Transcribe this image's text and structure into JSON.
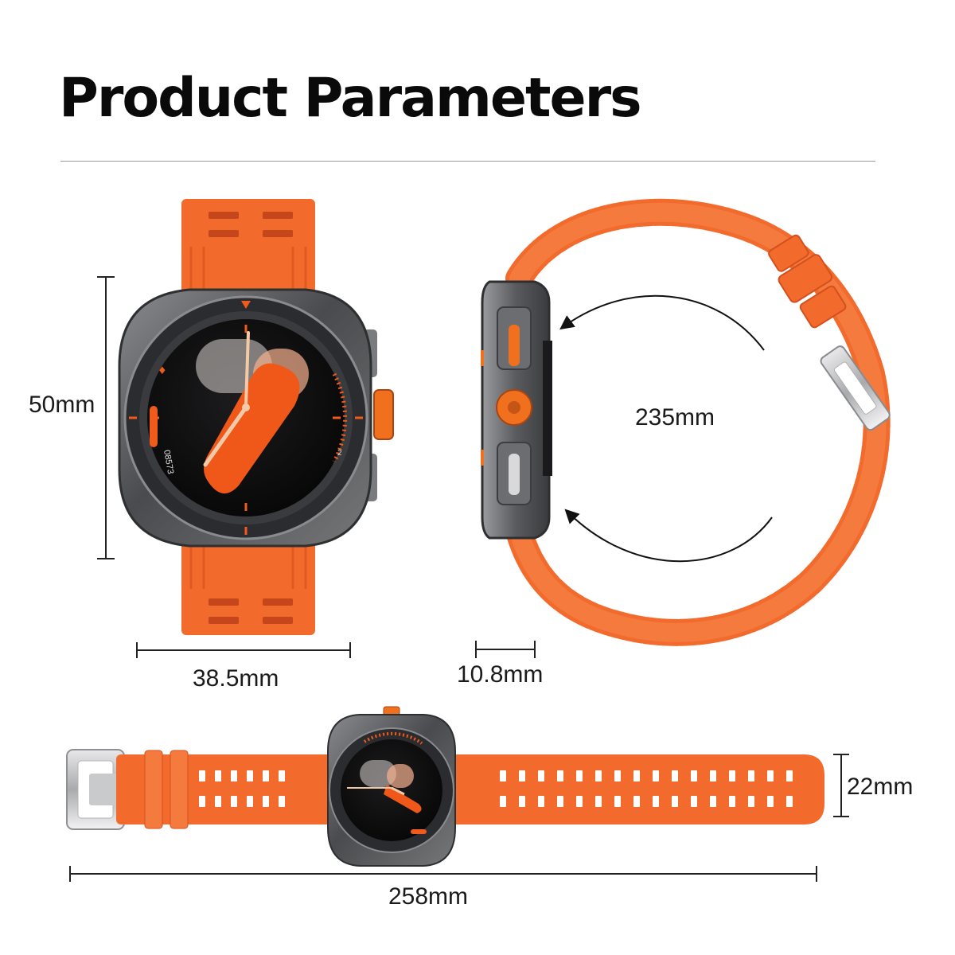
{
  "title": "Product Parameters",
  "dimensions": {
    "height": "50mm",
    "width": "38.5mm",
    "thickness": "10.8mm",
    "wrist_circumference": "235mm",
    "strap_width": "22mm",
    "total_length": "258mm"
  },
  "watch_face": {
    "dial_text": "08573",
    "small_digit": "2"
  },
  "colors": {
    "strap_orange": "#f26a2c",
    "strap_dark": "#c4461a",
    "case_titanium": "#5a5b5e",
    "bezel_dark": "#2a2b2e",
    "dial_black": "#0b0b0c",
    "accent_orange": "#f05a1a"
  }
}
